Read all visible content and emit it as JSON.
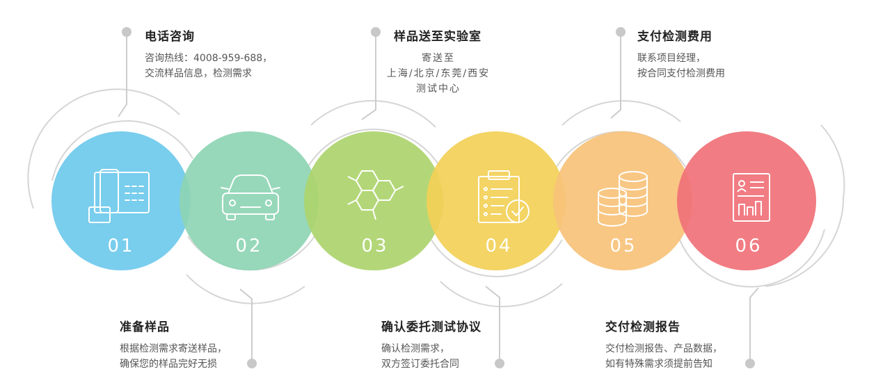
{
  "steps": [
    {
      "number": "01",
      "title": "电话咨询",
      "desc": [
        "咨询热线：4008-959-688，",
        "交流样品信息，检测需求"
      ],
      "icon": "telephone-icon",
      "color": "#6EC9EC"
    },
    {
      "number": "02",
      "title": "准备样品",
      "desc": [
        "根据检测需求寄送样品，",
        "确保您的样品完好无损"
      ],
      "icon": "car-icon",
      "color": "#8ED5B4"
    },
    {
      "number": "03",
      "title": "样品送至实验室",
      "desc": [
        "寄送至",
        "上海/北京/东莞/西安",
        "测试中心"
      ],
      "icon": "molecule-icon",
      "color": "#ACD46C"
    },
    {
      "number": "04",
      "title": "确认委托测试协议",
      "desc": [
        "确认检测需求，",
        "双方签订委托合同"
      ],
      "icon": "clipboard-check-icon",
      "color": "#F2D057"
    },
    {
      "number": "05",
      "title": "支付检测费用",
      "desc": [
        "联系项目经理，",
        "按合同支付检测费用"
      ],
      "icon": "coins-icon",
      "color": "#F7C27A"
    },
    {
      "number": "06",
      "title": "交付检测报告",
      "desc": [
        "交付检测报告、产品数据，",
        "如有特殊需求须提前告知"
      ],
      "icon": "report-icon",
      "color": "#F07178"
    }
  ],
  "colors": {
    "connector": "#CCCCCC",
    "dot": "#C8C8C8",
    "icon_stroke": "#FFFFFF"
  }
}
